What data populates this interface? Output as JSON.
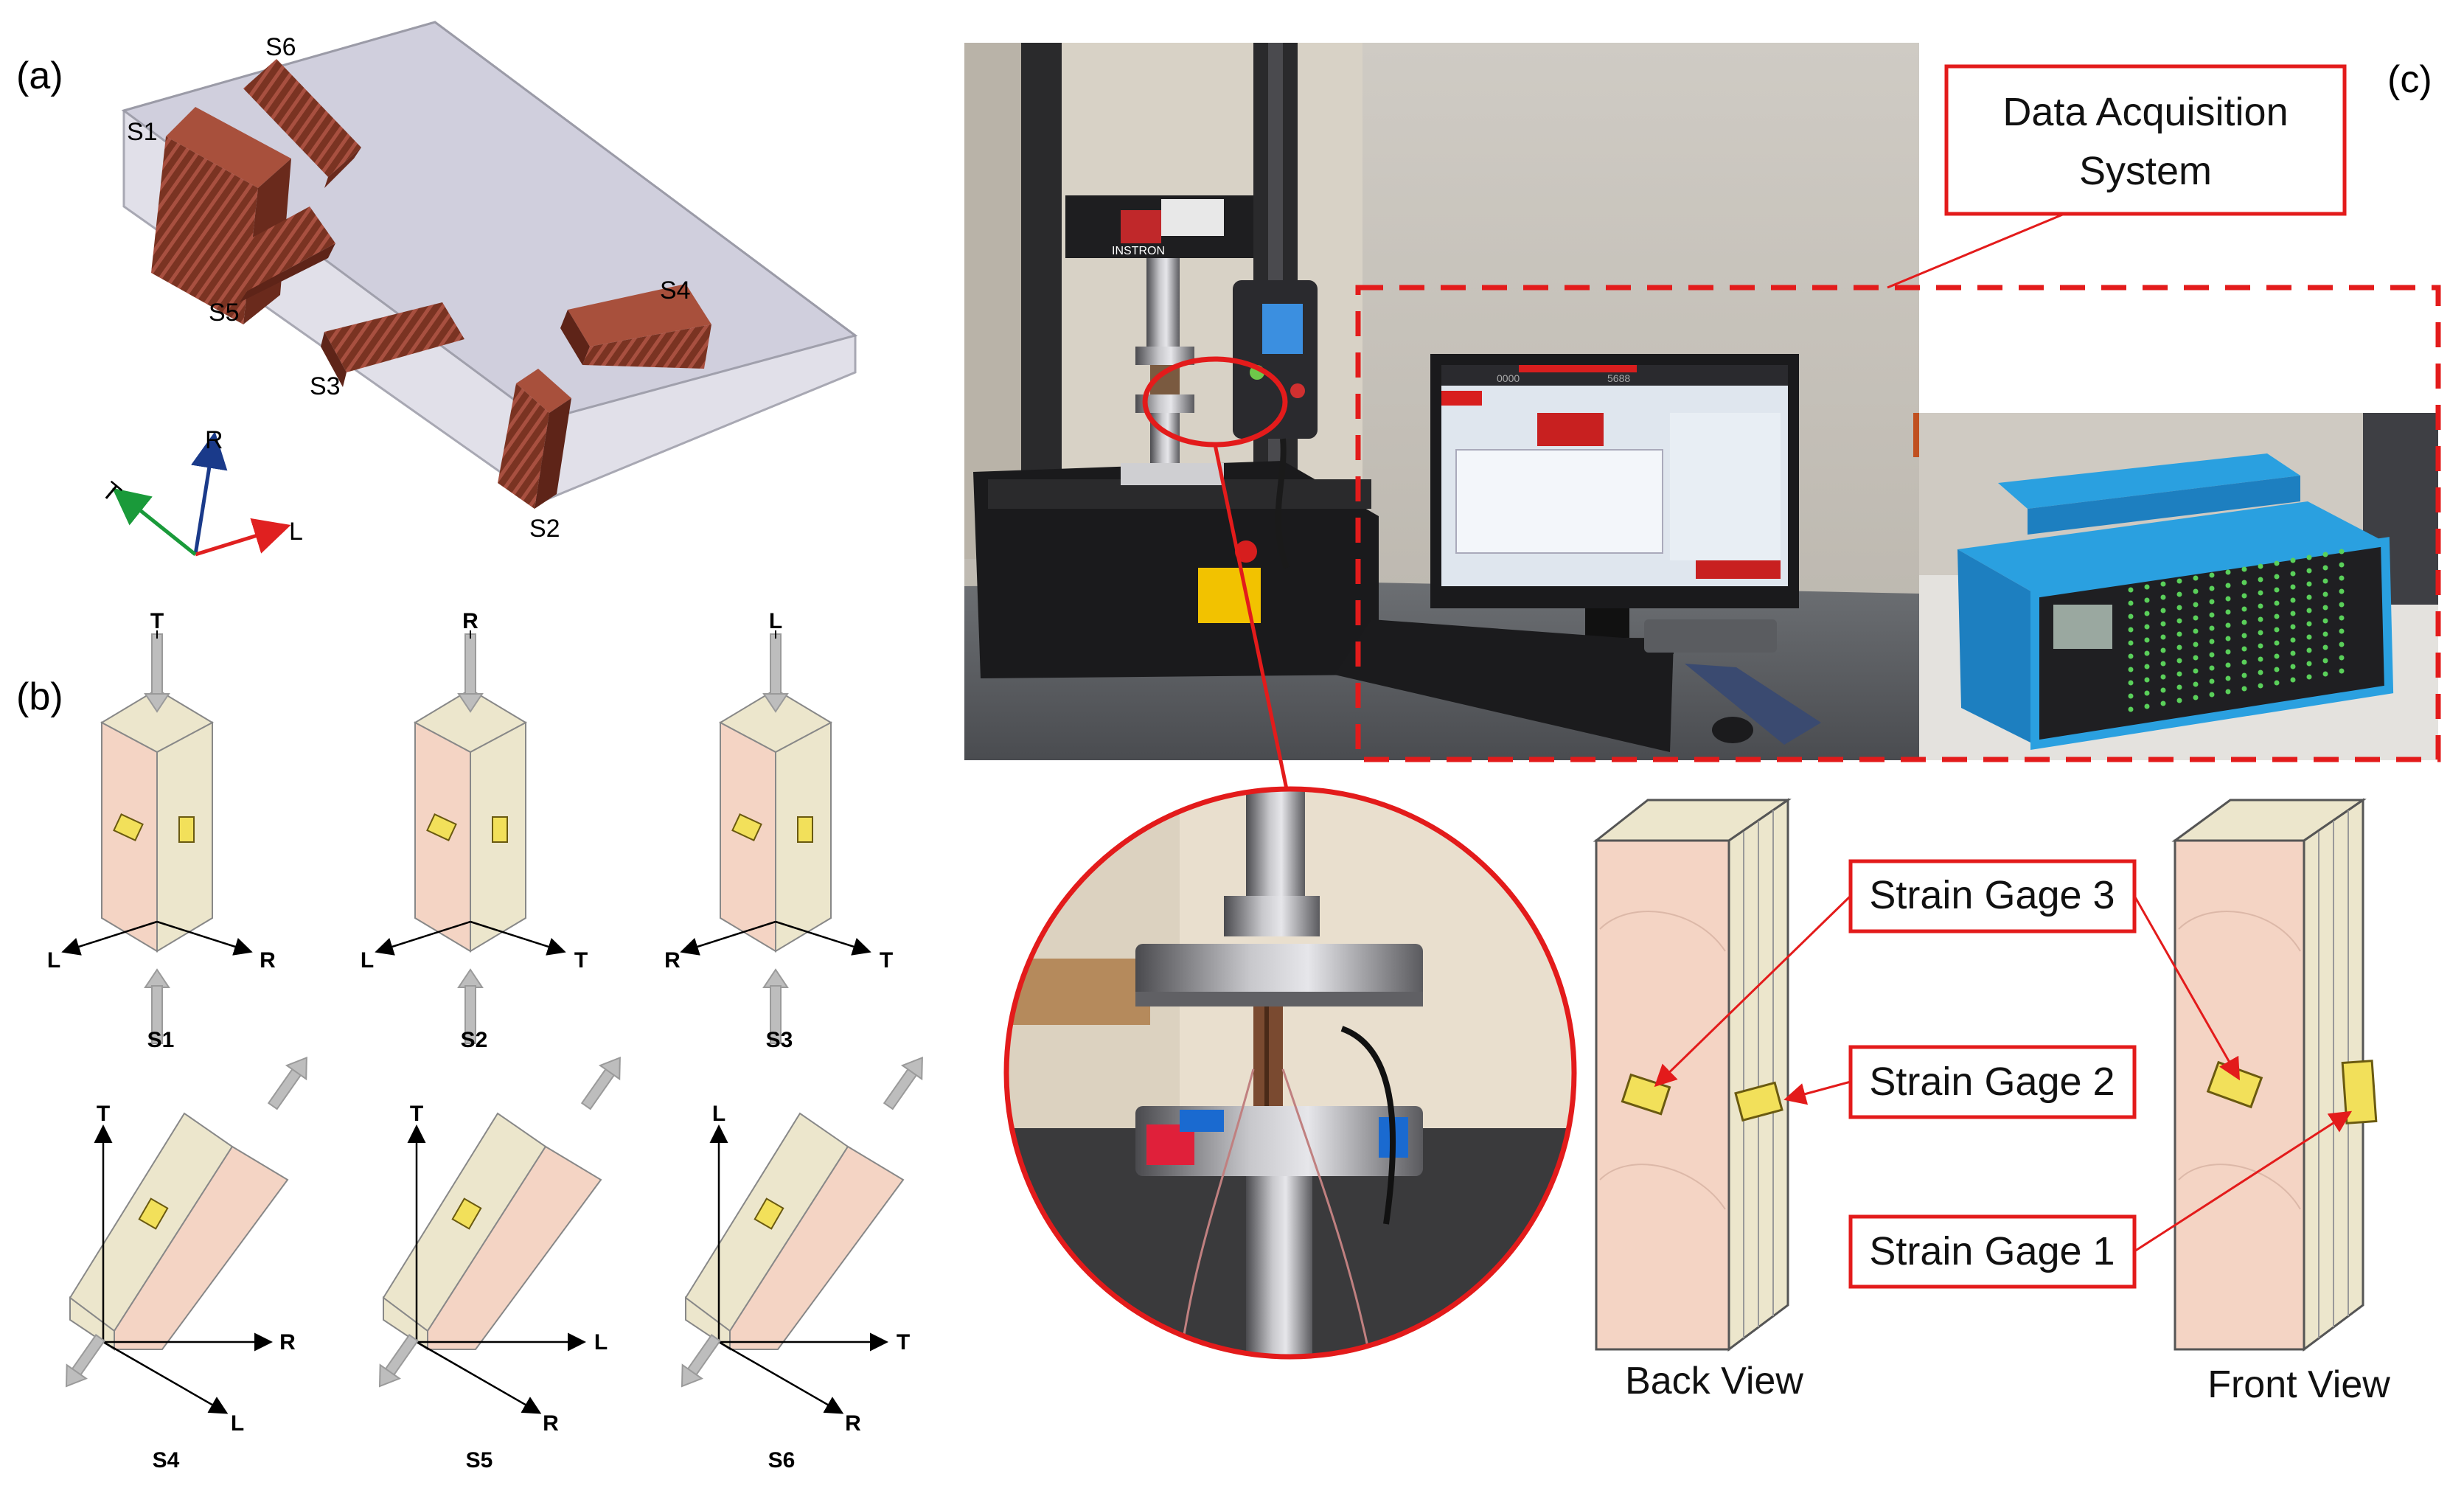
{
  "panels": {
    "a": "(a)",
    "b": "(b)",
    "c": "(c)"
  },
  "panel_a": {
    "specimens": [
      "S1",
      "S2",
      "S3",
      "S4",
      "S5",
      "S6"
    ],
    "axes": {
      "radial": "R",
      "tangential": "T",
      "longitudinal": "L"
    }
  },
  "panel_b": {
    "cases": [
      {
        "name": "S1",
        "top": "T",
        "left": "L",
        "right": "R"
      },
      {
        "name": "S2",
        "top": "R",
        "left": "L",
        "right": "T"
      },
      {
        "name": "S3",
        "top": "L",
        "left": "R",
        "right": "T"
      },
      {
        "name": "S4",
        "up": "T",
        "right": "R",
        "diag": "L"
      },
      {
        "name": "S5",
        "up": "T",
        "right": "L",
        "diag": "R"
      },
      {
        "name": "S6",
        "up": "L",
        "right": "T",
        "diag": "R"
      }
    ]
  },
  "panel_c": {
    "daq_label_line1": "Data Acquisition",
    "daq_label_line2": "System",
    "gages": [
      "Strain Gage 3",
      "Strain Gage 2",
      "Strain Gage 1"
    ],
    "back_view": "Back View",
    "front_view": "Front View",
    "machine_brand": "INSTRON",
    "screen_value_1": "0000",
    "screen_value_2": "5688"
  },
  "colors": {
    "callout_red": "#e31b1b",
    "wood_face": "#f4d4c4",
    "wood_side": "#ece6cc",
    "specimen_wood": "#8a3a2a",
    "axis_red": "#e02020",
    "axis_green": "#1a9a3a",
    "axis_blue": "#1a3a8a",
    "load_arrow": "#b8b8b8"
  }
}
